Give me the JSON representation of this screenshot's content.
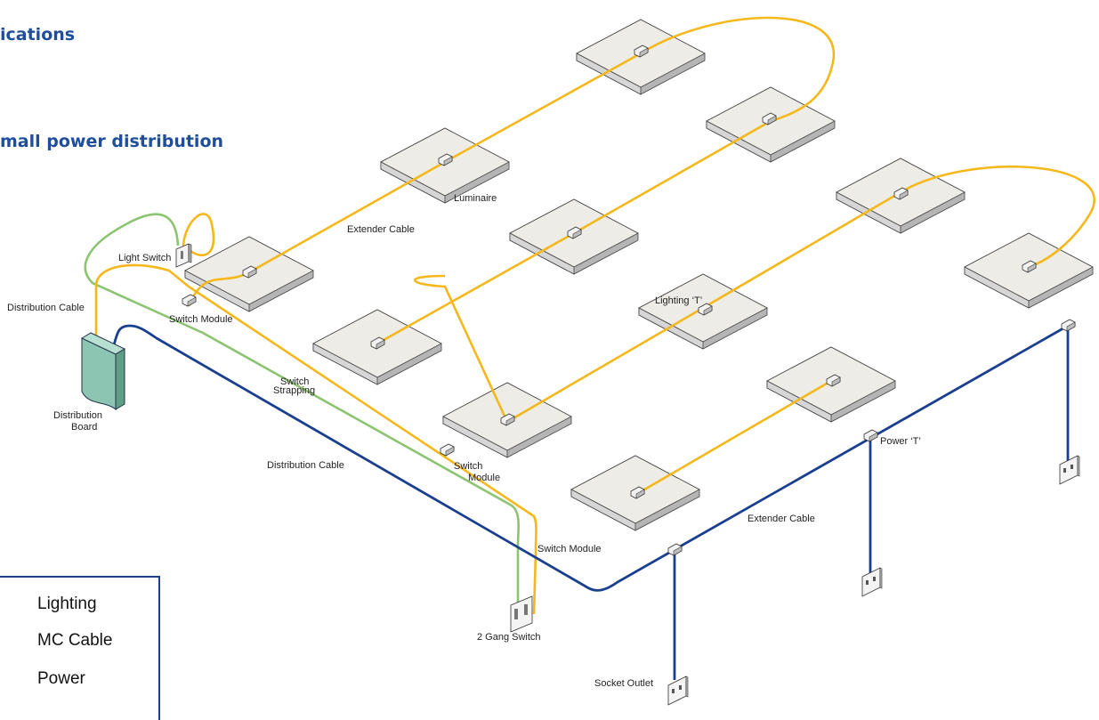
{
  "headings": {
    "applications": "ications",
    "small_power": "mall power distribution"
  },
  "labels": {
    "luminaire": "Luminaire",
    "extender_cable_top": "Extender Cable",
    "light_switch": "Light Switch",
    "distribution_cable_left": "Distribution Cable",
    "switch_module_left": "Switch Module",
    "lighting_t": "Lighting ‘T’",
    "switch_strapping_1": "Switch",
    "switch_strapping_2": "Strapping",
    "distribution_board_1": "Distribution",
    "distribution_board_2": "Board",
    "distribution_cable_mid": "Distribution Cable",
    "switch_module_mid_1": "Switch",
    "switch_module_mid_2": "Module",
    "power_t": "Power ‘T’",
    "extender_cable_bottom": "Extender Cable",
    "switch_module_bottom": "Switch Module",
    "two_gang_switch": "2 Gang Switch",
    "socket_outlet": "Socket Outlet"
  },
  "legend": {
    "items": [
      "Lighting",
      "MC Cable",
      "Power"
    ]
  },
  "colors": {
    "lighting": "#f5b81c",
    "mc_cable": "#8cc472",
    "power": "#1a3f8f",
    "heading": "#1e4e9c",
    "panel_top": "#eeece6",
    "panel_side": "#b5b5b5",
    "board": "#8cc6b3"
  }
}
